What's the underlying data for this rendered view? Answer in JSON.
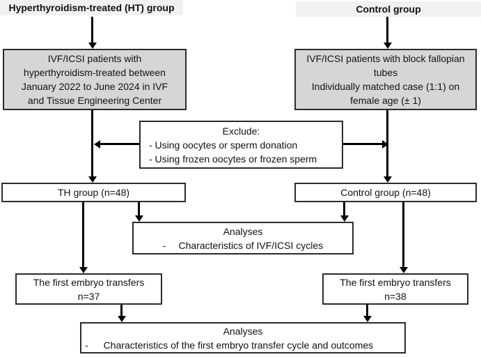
{
  "flowchart": {
    "colors": {
      "header_bg": "#eff1f2",
      "gray_box_bg": "#d5d7d7",
      "border": "#2b2b2b",
      "line": "#000000"
    },
    "headers": {
      "ht": "Hyperthyroidism-treated (HT) group",
      "control": "Control group"
    },
    "ht_patients_box": {
      "lines": [
        "IVF/ICSI patients with",
        "hyperthyroidism-treated between",
        "January 2022 to June 2024 in IVF",
        "and Tissue Engineering Center"
      ]
    },
    "control_patients_box": {
      "lines": [
        "IVF/ICSI patients with block fallopian",
        "tubes",
        "Individually matched case (1:1) on",
        "female age (± 1)"
      ]
    },
    "exclude_box": {
      "title": "Exclude:",
      "items": [
        "- Using oocytes or sperm donation",
        "- Using frozen oocytes or frozen sperm"
      ]
    },
    "th_group_box": {
      "label": "TH group (n=48)"
    },
    "control_group_box": {
      "label": "Control group (n=48)"
    },
    "analyses_cycles_box": {
      "title": "Analyses",
      "dash": "-",
      "item": "Characteristics of IVF/ICSI cycles"
    },
    "ht_transfers_box": {
      "line1": "The first embryo transfers",
      "line2": "n=37"
    },
    "control_transfers_box": {
      "line1": "The first embryo transfers",
      "line2": "n=38"
    },
    "analyses_outcomes_box": {
      "title": "Analyses",
      "dash": "-",
      "item": "Characteristics of the first embryo transfer cycle and outcomes"
    }
  }
}
